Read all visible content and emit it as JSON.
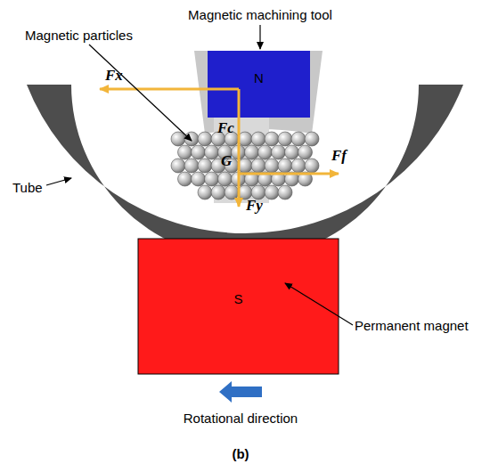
{
  "diagram": {
    "caption": "(b)",
    "nodes": [
      {
        "text": [
          "N"
        ]
      },
      {
        "text": [
          "S"
        ]
      }
    ],
    "labels": [
      "Magnetic machining tool",
      "Magnetic particles",
      "Tube",
      "Permanent magnet",
      "Rotational direction",
      "Fx",
      "Fc",
      "G",
      "Fy",
      "Ff"
    ]
  }
}
